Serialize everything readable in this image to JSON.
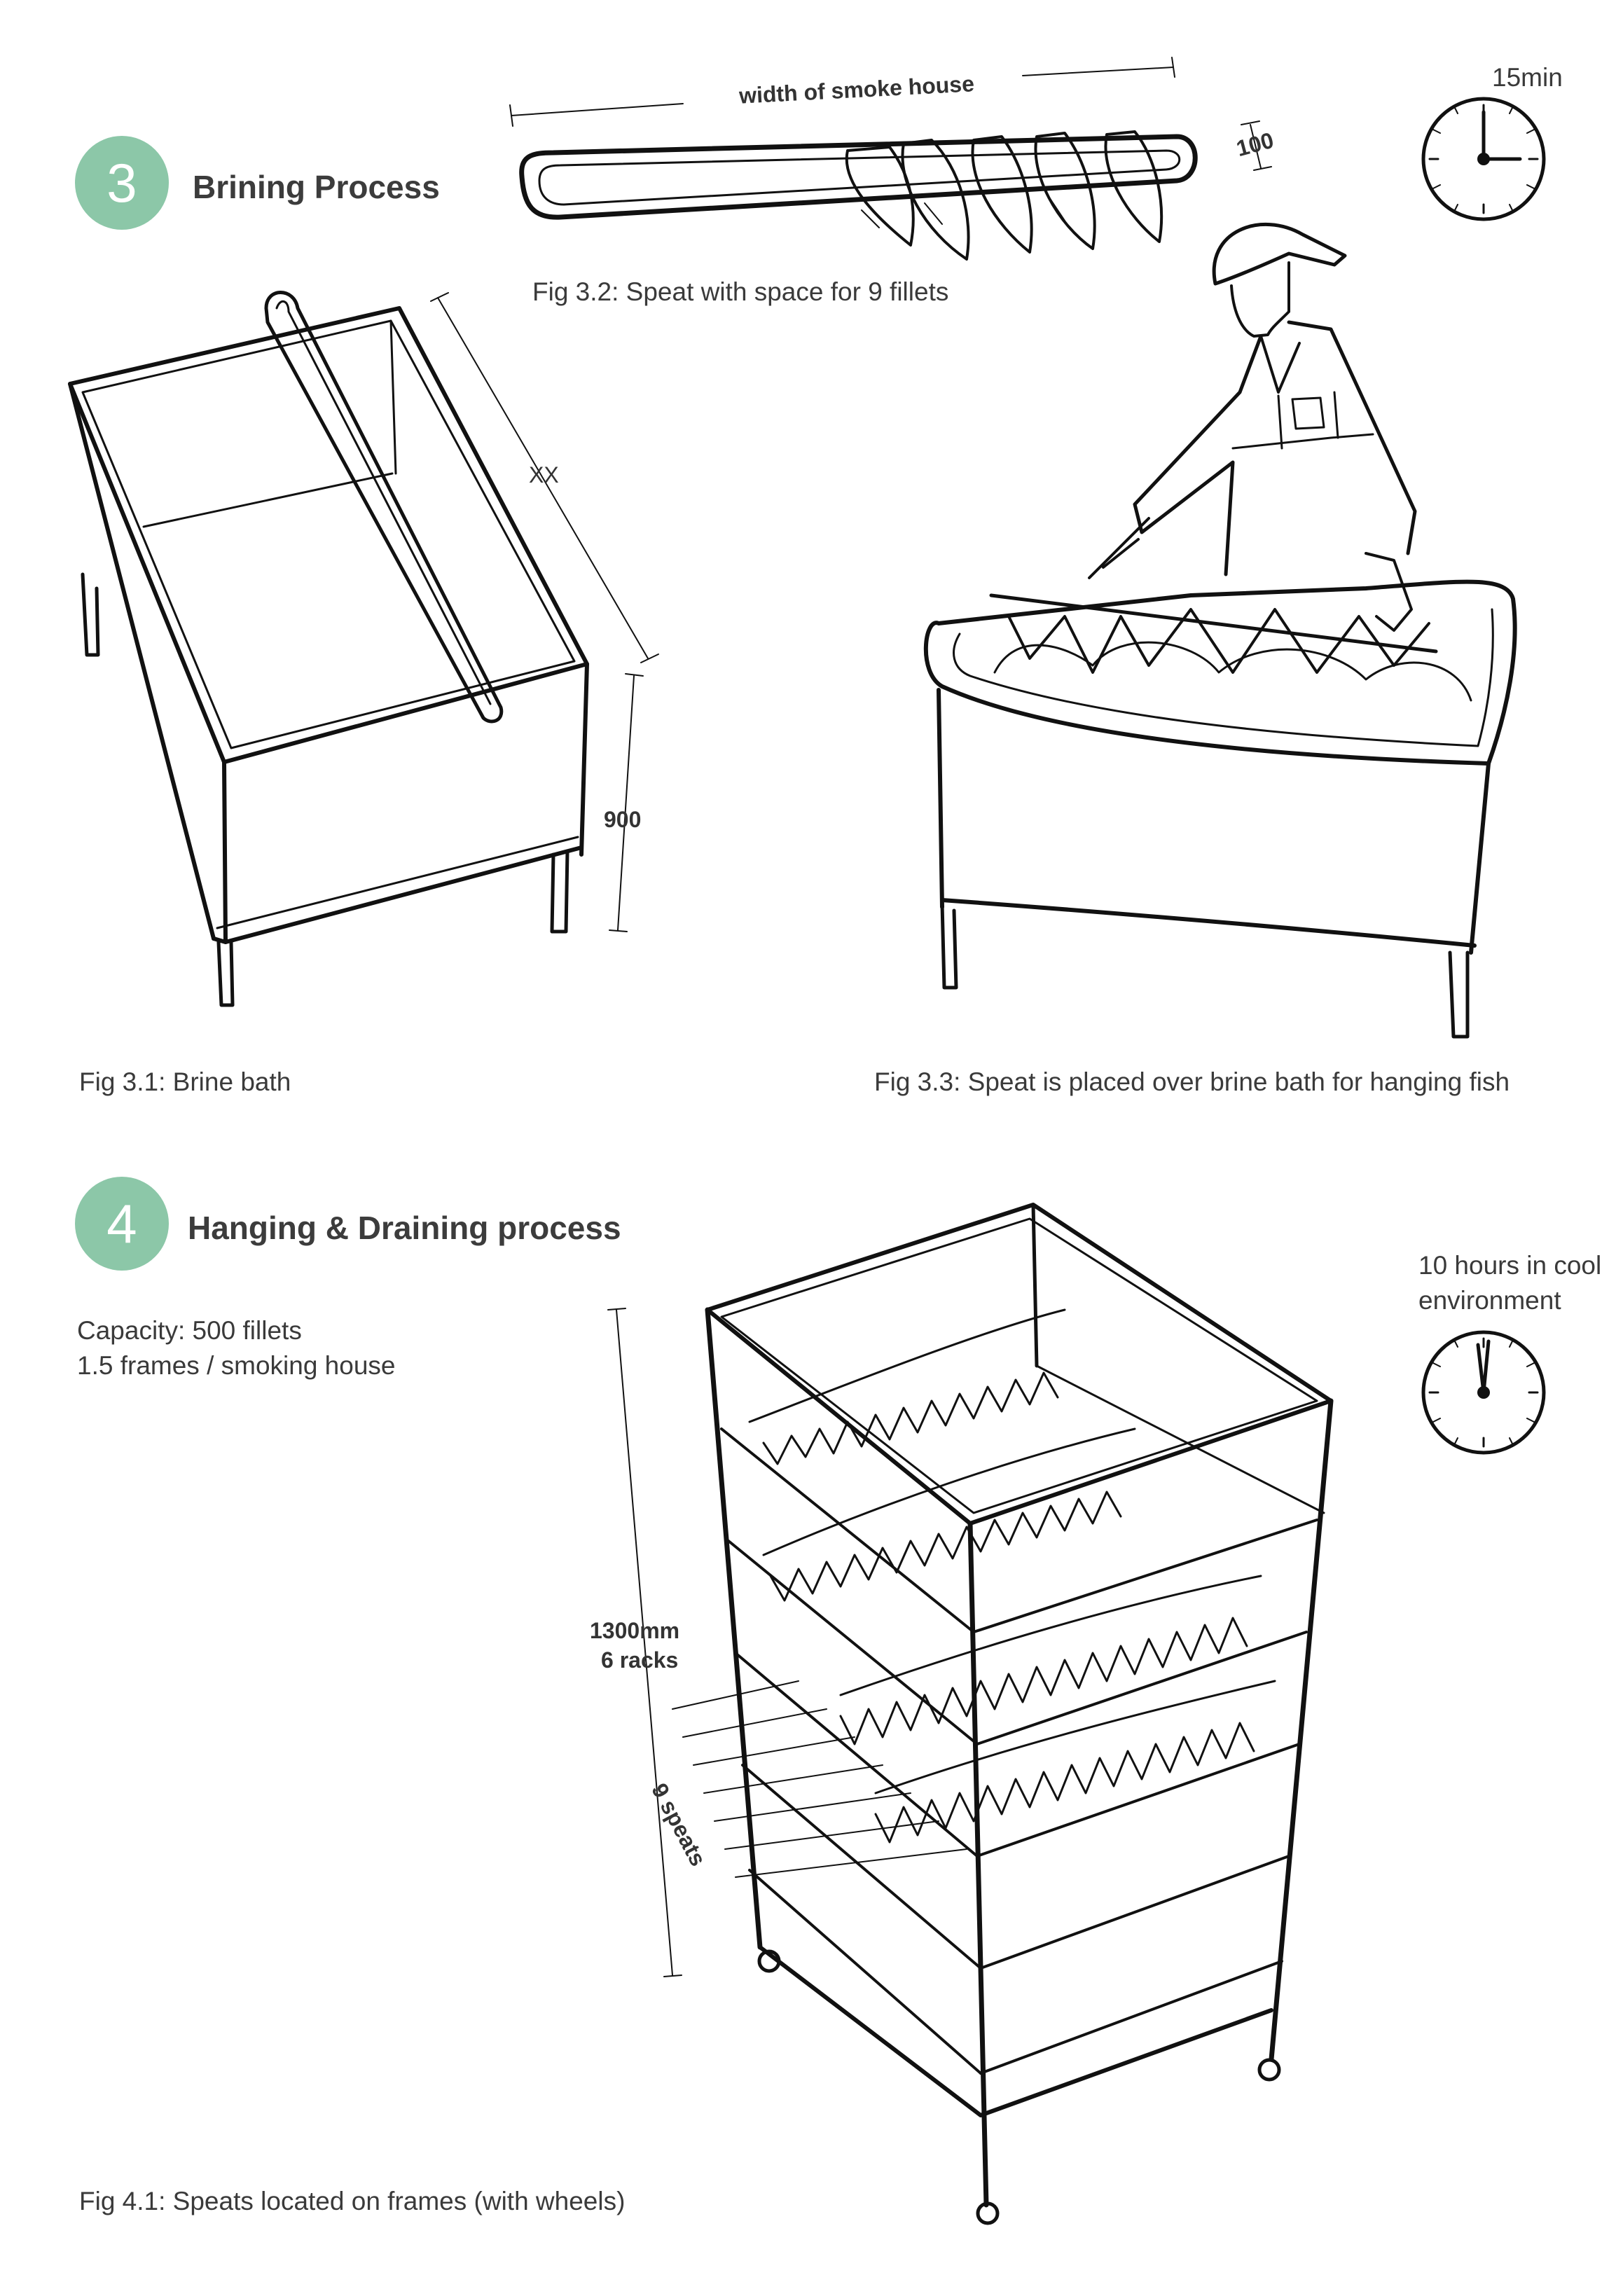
{
  "accent_color": "#8cc7a8",
  "section3": {
    "number": "3",
    "title": "Brining Process",
    "duration": "15min",
    "fig_3_1": "Fig 3.1:  Brine bath",
    "fig_3_2": "Fig 3.2:  Speat with space for 9 fillets",
    "fig_3_3": "Fig 3.3:  Speat is placed over brine bath for hanging fish",
    "dim_width": "width of smoke house",
    "dim_100": "100",
    "dim_xx": "XX",
    "dim_900": "900"
  },
  "section4": {
    "number": "4",
    "title": "Hanging & Draining process",
    "duration_line1": "10 hours in cool",
    "duration_line2": "environment",
    "capacity_line1": "Capacity: 500 fillets",
    "capacity_line2": "1.5 frames / smoking house",
    "dim_height": "1300mm",
    "dim_racks": "6 racks",
    "dim_speats": "9 speats",
    "fig_4_1": "Fig 4.1: Speats located on frames (with wheels)"
  },
  "icons": [
    "clock-icon",
    "clock-icon"
  ]
}
